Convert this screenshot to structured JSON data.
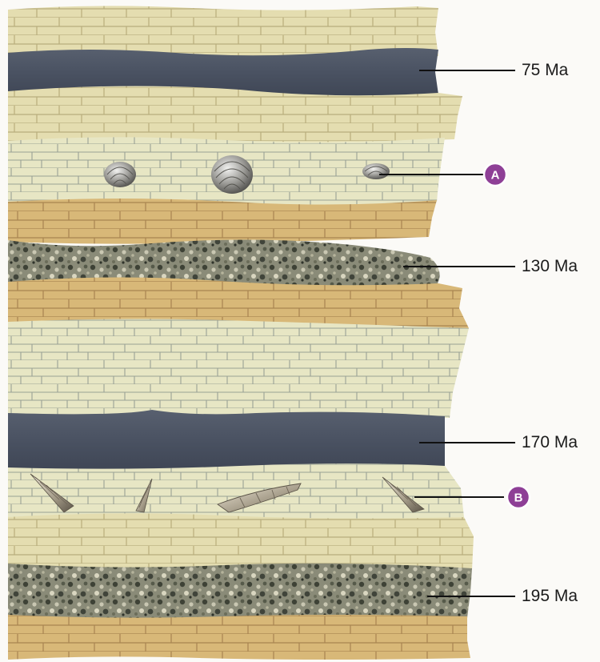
{
  "age_labels": {
    "a75": "75 Ma",
    "a130": "130 Ma",
    "a170": "170 Ma",
    "a195": "195 Ma"
  },
  "markers": {
    "a": "A",
    "b": "B"
  },
  "colors": {
    "coal": "#4d5565",
    "sandstone_light": "#e4ddb0",
    "sandstone_tan": "#d6b87a",
    "limestone": "#e7e6c4",
    "conglomerate": "#8a8b78",
    "marker": "#8e3f96",
    "leader_line": "#111111"
  }
}
